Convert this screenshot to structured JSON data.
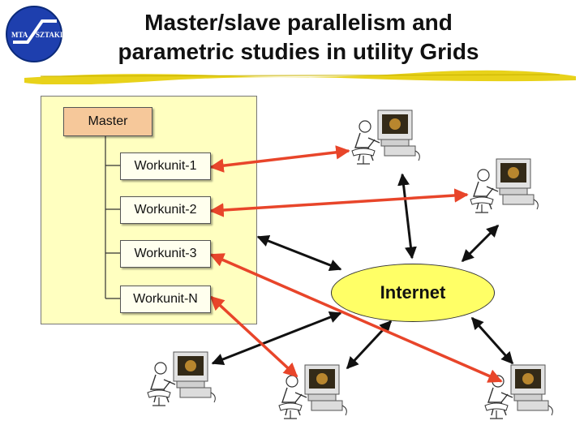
{
  "title_line1": "Master/slave parallelism and",
  "title_line2": "parametric studies in utility Grids",
  "logo_text_left": "MTA",
  "logo_text_right": "SZTAKI",
  "master_label": "Master",
  "workunits": [
    "Workunit-1",
    "Workunit-2",
    "Workunit-3",
    "Workunit-N"
  ],
  "internet_label": "Internet",
  "colors": {
    "red_arrow": "#e8452a",
    "black_arrow": "#111111",
    "panel": "#ffffc0",
    "internet": "#ffff66"
  }
}
